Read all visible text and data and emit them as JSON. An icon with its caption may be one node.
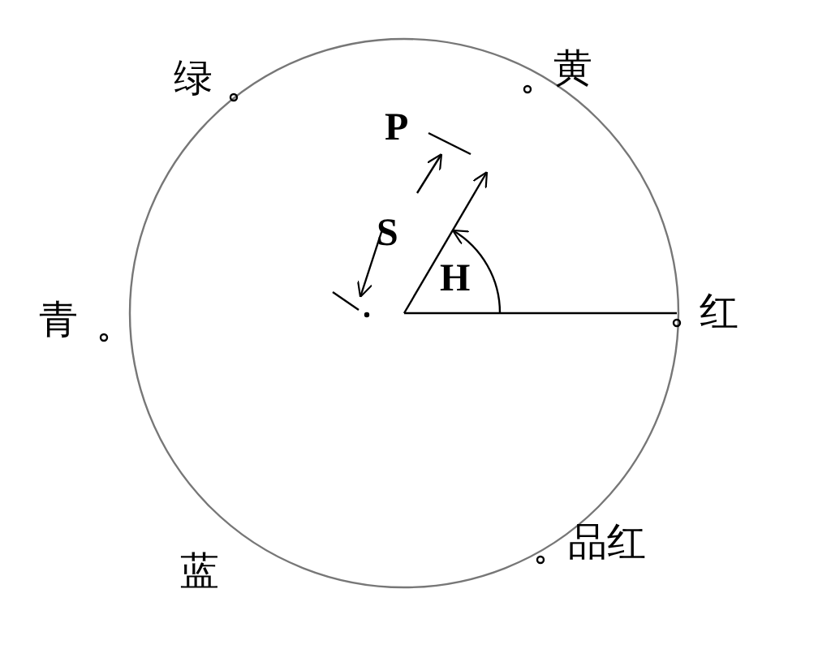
{
  "diagram": {
    "labels": [
      "绿",
      "黄",
      "P",
      "S",
      "H",
      "青",
      "红",
      "蓝",
      "品红"
    ]
  }
}
